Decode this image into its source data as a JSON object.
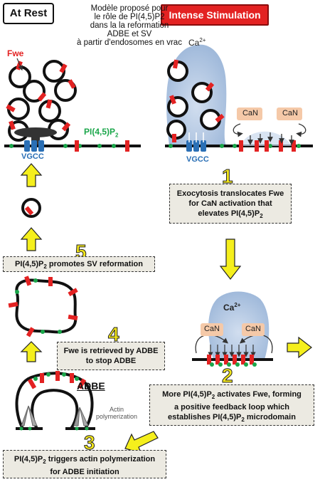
{
  "header": {
    "at_rest": "At Rest",
    "intense": "Intense Stimulation",
    "caption_lines": [
      "Modèle proposé pour",
      "le rôle de PI(4,5)P2",
      "dans la la reformation",
      "ADBE et SV",
      "à partir d'endosomes en vrac"
    ]
  },
  "labels": {
    "fwe": "Fwe",
    "pip2_top": "PI(4,5)P",
    "vgcc_left": "VGCC",
    "vgcc_right": "VGCC",
    "ca_top": "Ca",
    "ca_mid": "Ca",
    "ca_sup": "2+",
    "sub2": "2",
    "can": "CaN",
    "adbe": "ADBE",
    "actin_line1": "Actin",
    "actin_line2": "polymerization"
  },
  "steps": {
    "s1": {
      "num": "1",
      "line1": "Exocytosis translocates Fwe",
      "line2": "for CaN activation that",
      "line3a": "elevates PI(4,5)P",
      "line3b": "2"
    },
    "s2": {
      "num": "2",
      "line1": "More PI(4,5)P",
      "line1b": "2",
      "line1c": " activates Fwe, forming",
      "line2": "a positive feedback loop which",
      "line3a": "establishes PI(4,5)P",
      "line3b": "2",
      "line3c": " microdomain"
    },
    "s3": {
      "num": "3",
      "line1a": "PI(4,5)P",
      "line1b": "2",
      "line1c": " triggers actin polymerization",
      "line2": "for ADBE initiation"
    },
    "s4": {
      "num": "4",
      "line1": "Fwe is retrieved by ADBE",
      "line2": "to stop ADBE"
    },
    "s5": {
      "num": "5",
      "line1a": "PI(4,5)P",
      "line1b": "2",
      "line1c": " promotes SV reformation"
    }
  },
  "colors": {
    "fwe_red": "#e32222",
    "pip2_green": "#1aa64a",
    "vgcc_blue": "#2a6fb5",
    "can_fill": "#f5c9a8",
    "ca_cloud": "#9fb9d9",
    "arrow_yellow": "#f5ef1c"
  }
}
